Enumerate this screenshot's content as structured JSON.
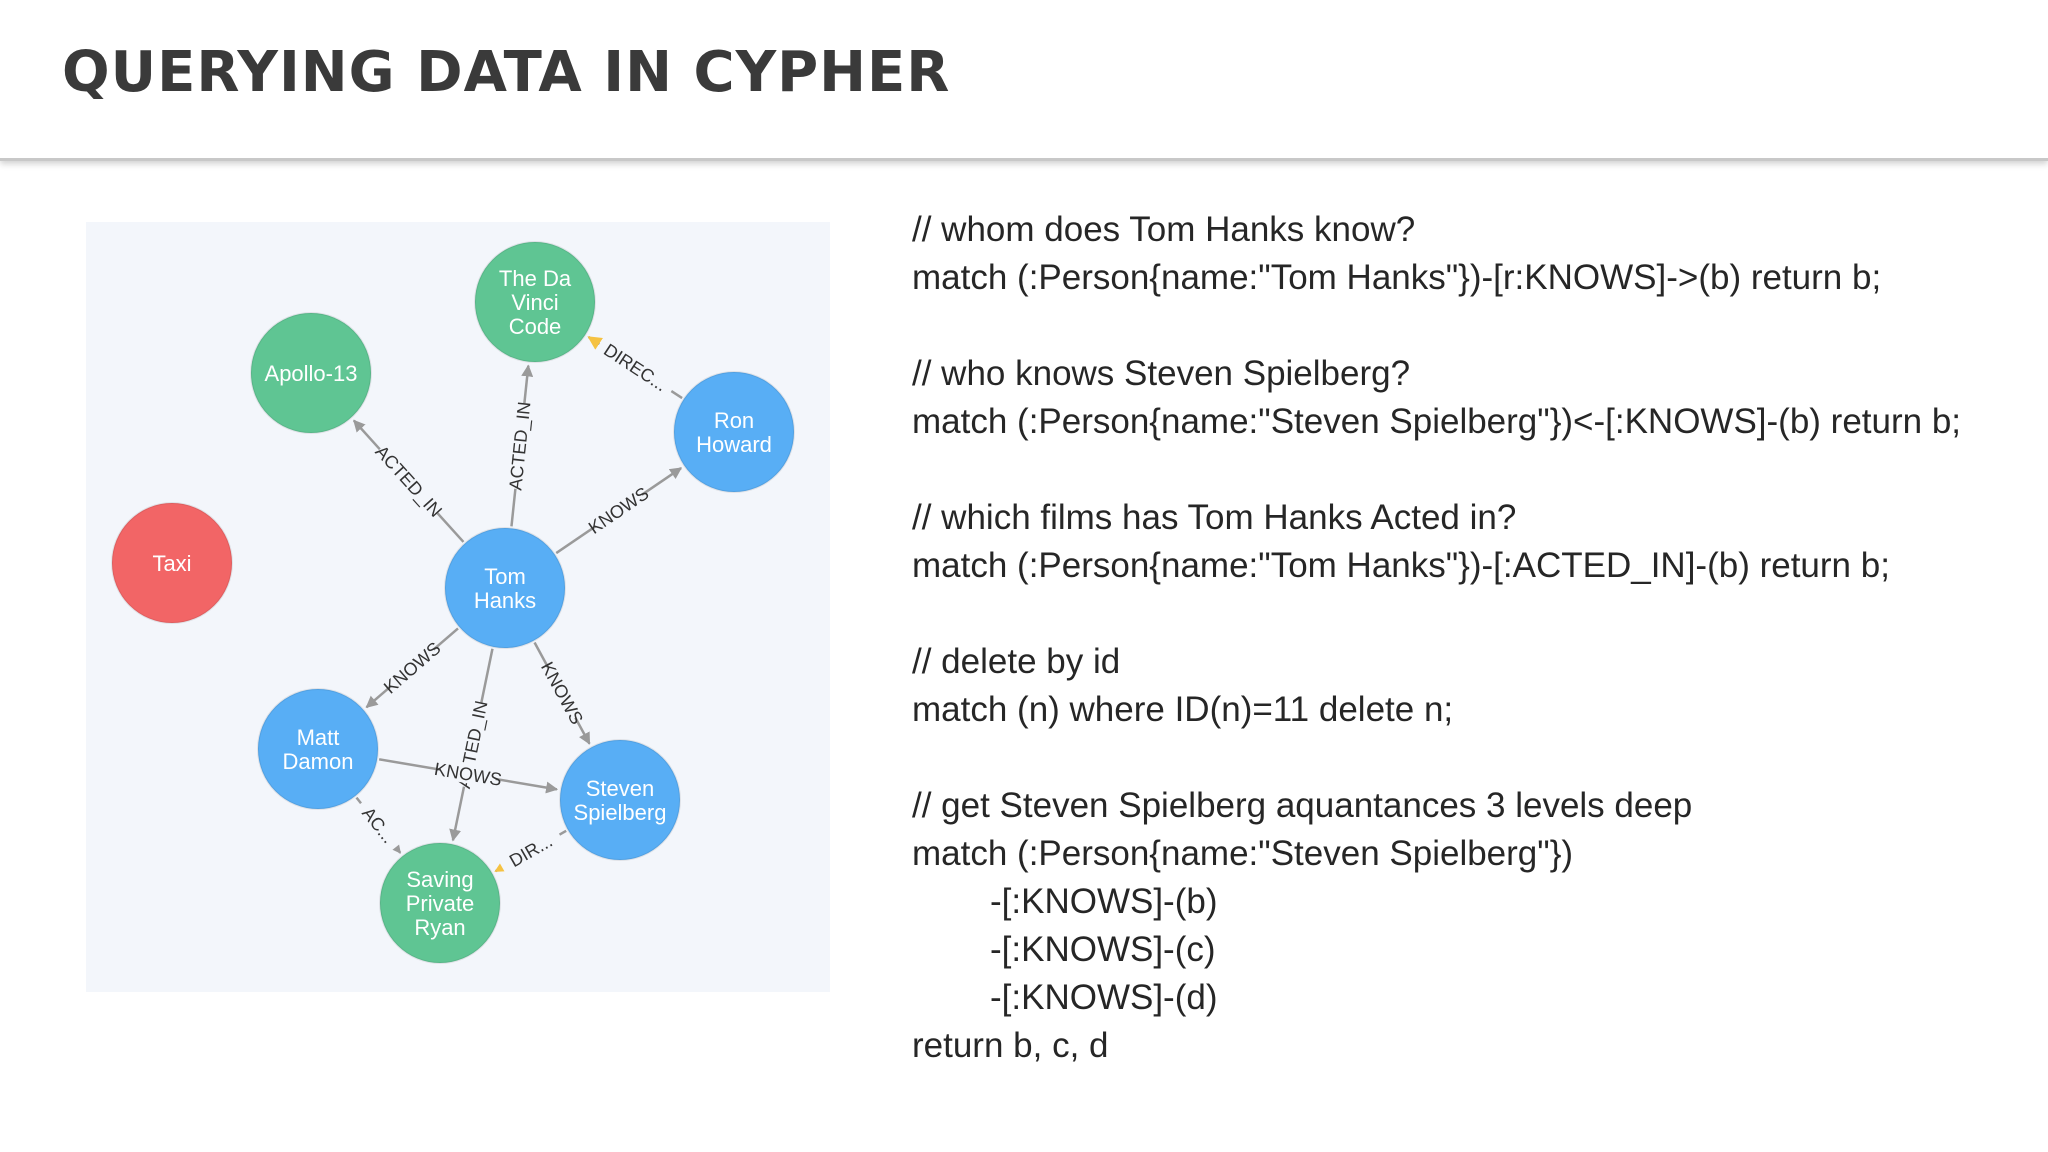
{
  "slide": {
    "title": "QUERYING DATA IN CYPHER"
  },
  "colors": {
    "person_node": "#58aef5",
    "movie_node": "#5fc593",
    "isolated_node": "#f26566",
    "edge": "#9a9a9a",
    "director_arrow": "#f5c242",
    "graph_background": "#f3f6fb"
  },
  "graph": {
    "nodes": [
      {
        "id": "apollo",
        "type": "movie",
        "lines": [
          "Apollo-13"
        ]
      },
      {
        "id": "davinci",
        "type": "movie",
        "lines": [
          "The Da",
          "Vinci",
          "Code"
        ]
      },
      {
        "id": "ron",
        "type": "person",
        "lines": [
          "Ron",
          "Howard"
        ]
      },
      {
        "id": "taxi",
        "type": "isolated",
        "lines": [
          "Taxi"
        ]
      },
      {
        "id": "tom",
        "type": "person",
        "lines": [
          "Tom",
          "Hanks"
        ]
      },
      {
        "id": "matt",
        "type": "person",
        "lines": [
          "Matt",
          "Damon"
        ]
      },
      {
        "id": "steven",
        "type": "person",
        "lines": [
          "Steven",
          "Spielberg"
        ]
      },
      {
        "id": "saving",
        "type": "movie",
        "lines": [
          "Saving",
          "Private",
          "Ryan"
        ]
      }
    ],
    "edges": [
      {
        "from": "tom",
        "to": "apollo",
        "label": "ACTED_IN"
      },
      {
        "from": "tom",
        "to": "davinci",
        "label": "ACTED_IN"
      },
      {
        "from": "tom",
        "to": "ron",
        "label": "KNOWS"
      },
      {
        "from": "ron",
        "to": "davinci",
        "label": "DIREC...",
        "director": true
      },
      {
        "from": "tom",
        "to": "matt",
        "label": "KNOWS"
      },
      {
        "from": "tom",
        "to": "saving",
        "label": "ACTED_IN"
      },
      {
        "from": "tom",
        "to": "steven",
        "label": "KNOWS"
      },
      {
        "from": "matt",
        "to": "steven",
        "label": "KNOWS"
      },
      {
        "from": "matt",
        "to": "saving",
        "label": "AC..."
      },
      {
        "from": "steven",
        "to": "saving",
        "label": "DIR...",
        "director": true
      }
    ]
  },
  "code": {
    "lines": [
      {
        "text": "// whom does Tom Hanks know?"
      },
      {
        "text": "match (:Person{name:\"Tom Hanks\"})-[r:KNOWS]->(b) return b;"
      },
      {
        "text": ""
      },
      {
        "text": "// who knows Steven Spielberg?"
      },
      {
        "text": "match (:Person{name:\"Steven Spielberg\"})<-[:KNOWS]-(b) return b;"
      },
      {
        "text": ""
      },
      {
        "text": "// which films has Tom Hanks Acted in?"
      },
      {
        "text": "match (:Person{name:\"Tom Hanks\"})-[:ACTED_IN]-(b) return b;"
      },
      {
        "text": ""
      },
      {
        "text": "// delete by id"
      },
      {
        "text": "match (n) where ID(n)=11 delete n;"
      },
      {
        "text": ""
      },
      {
        "text": "// get Steven Spielberg aquantances 3 levels deep"
      },
      {
        "text": "match (:Person{name:\"Steven Spielberg\"})"
      },
      {
        "text": "-[:KNOWS]-(b)",
        "indent": true
      },
      {
        "text": "-[:KNOWS]-(c)",
        "indent": true
      },
      {
        "text": "-[:KNOWS]-(d)",
        "indent": true
      },
      {
        "text": "return b, c, d"
      }
    ]
  }
}
